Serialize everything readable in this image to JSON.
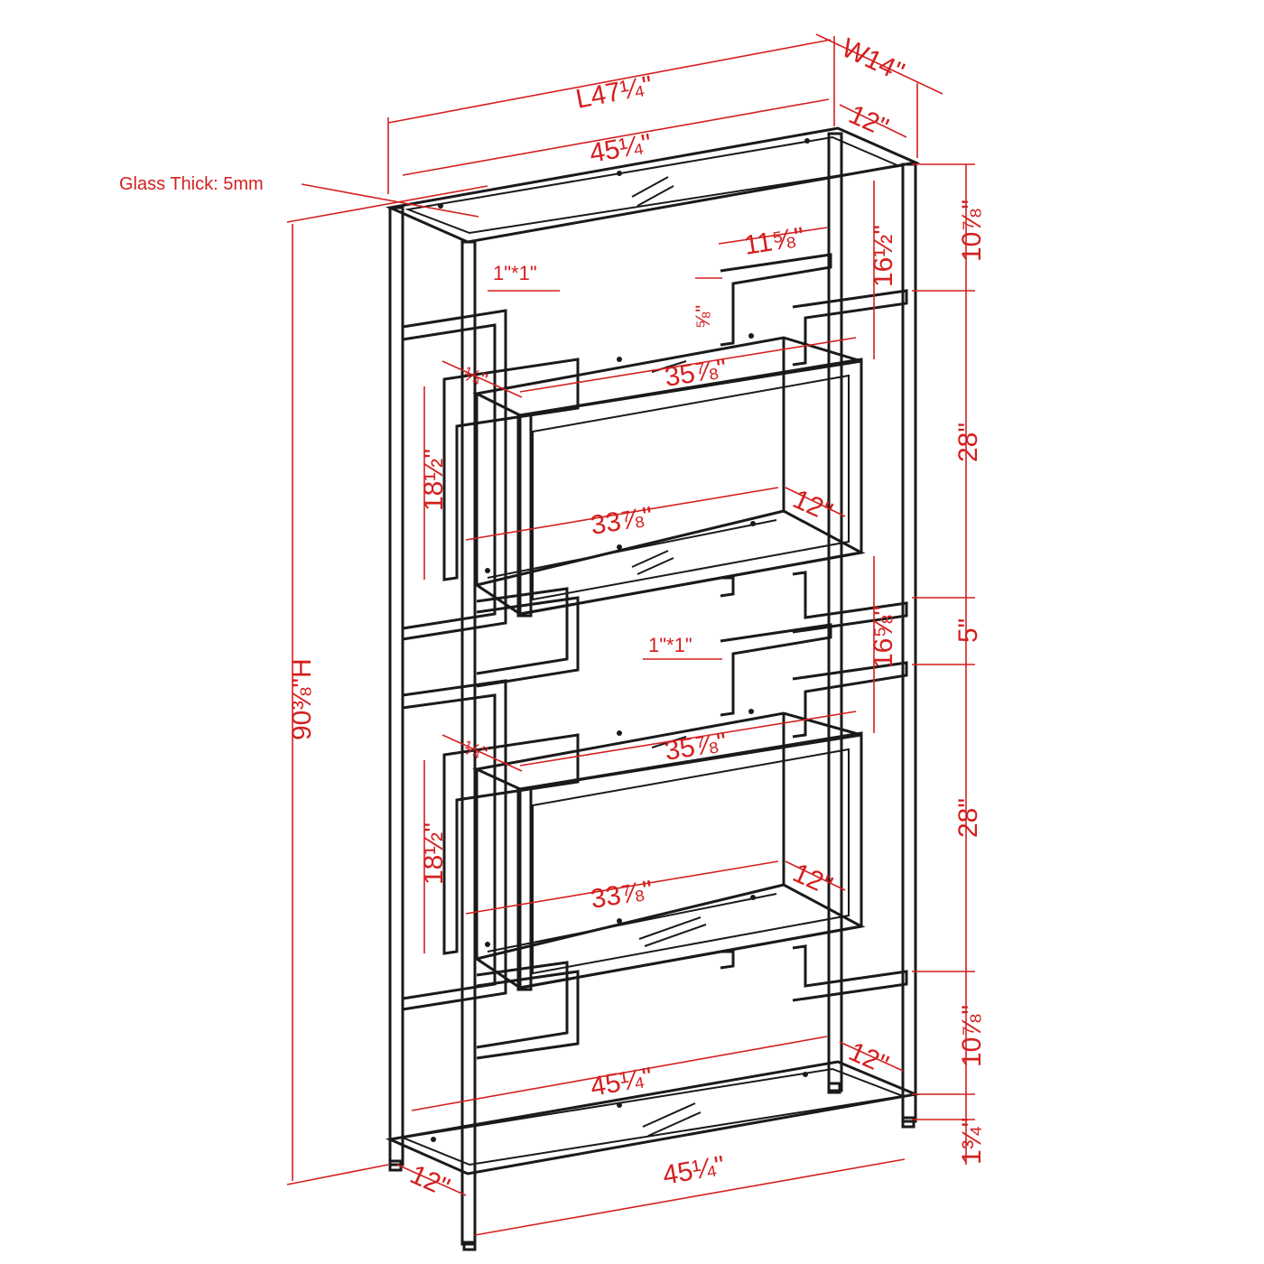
{
  "accent_color": "#d41f1f",
  "frame_color": "#1a1a1a",
  "note_glass": "Glass Thick: 5mm",
  "dims": {
    "overall_length": "L47¼\"",
    "overall_width": "W14\"",
    "overall_height": "90⅜\"H",
    "top_depth": "12\"",
    "top_width": "45¼\"",
    "bottom_width_front": "45¼\"",
    "bottom_width_back": "45¼\"",
    "bottom_depth_right": "12\"",
    "bottom_depth_left": "12\"",
    "box_top_width_upper": "11⅝\"",
    "box_top_width_lower": "",
    "tube_upper": "1\"*1\"",
    "tube_lower": "1\"*1\"",
    "small_gap": "⅝\"",
    "offset_upper": "16½\"",
    "offset_lower": "16⅝\"",
    "right_top": "10⅞\"",
    "right_mid1": "28\"",
    "right_gap": "5\"",
    "right_mid2": "28\"",
    "right_low": "10⅞\"",
    "right_foot": "1¾\"",
    "shelf1_width": "35⅞\"",
    "shelf1_lower_width": "33⅞\"",
    "shelf1_depth": "12\"",
    "shelf1_height": "18½\"",
    "shelf1_offset": "¼\"",
    "shelf2_width": "35⅞\"",
    "shelf2_lower_width": "33⅞\"",
    "shelf2_depth": "12\"",
    "shelf2_height": "18½\"",
    "shelf2_offset": "¼\""
  }
}
